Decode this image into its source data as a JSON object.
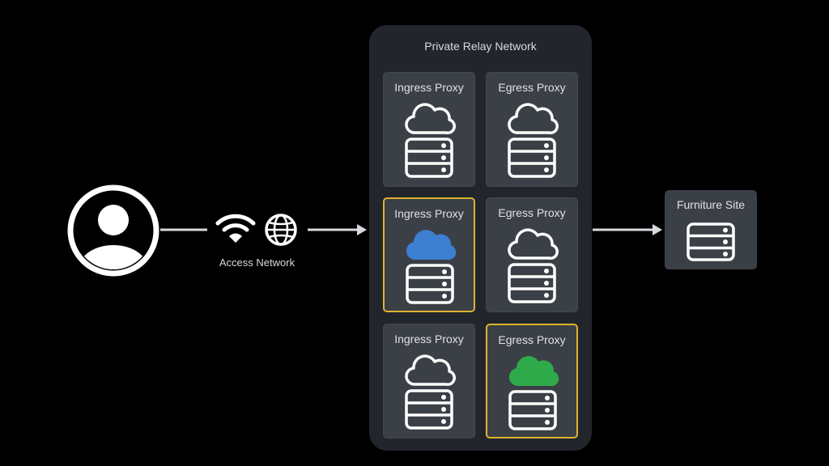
{
  "diagram": {
    "user": {
      "icon": "user-avatar-icon"
    },
    "access_network": {
      "label": "Access Network",
      "icons": [
        "wifi-icon",
        "globe-icon"
      ]
    },
    "relay": {
      "title": "Private Relay Network",
      "rows": [
        {
          "ingress": {
            "label": "Ingress Proxy",
            "active": false
          },
          "egress": {
            "label": "Egress Proxy",
            "active": false
          }
        },
        {
          "ingress": {
            "label": "Ingress Proxy",
            "active": true,
            "cloud_color": "#3d7fd1"
          },
          "egress": {
            "label": "Egress Proxy",
            "active": false
          }
        },
        {
          "ingress": {
            "label": "Ingress Proxy",
            "active": false
          },
          "egress": {
            "label": "Egress Proxy",
            "active": true,
            "cloud_color": "#2faa4a"
          }
        }
      ]
    },
    "destination": {
      "label": "Furniture Site"
    },
    "colors": {
      "highlight_border": "#e0b22f",
      "ingress_active": "#3d7fd1",
      "egress_active": "#2faa4a"
    }
  }
}
